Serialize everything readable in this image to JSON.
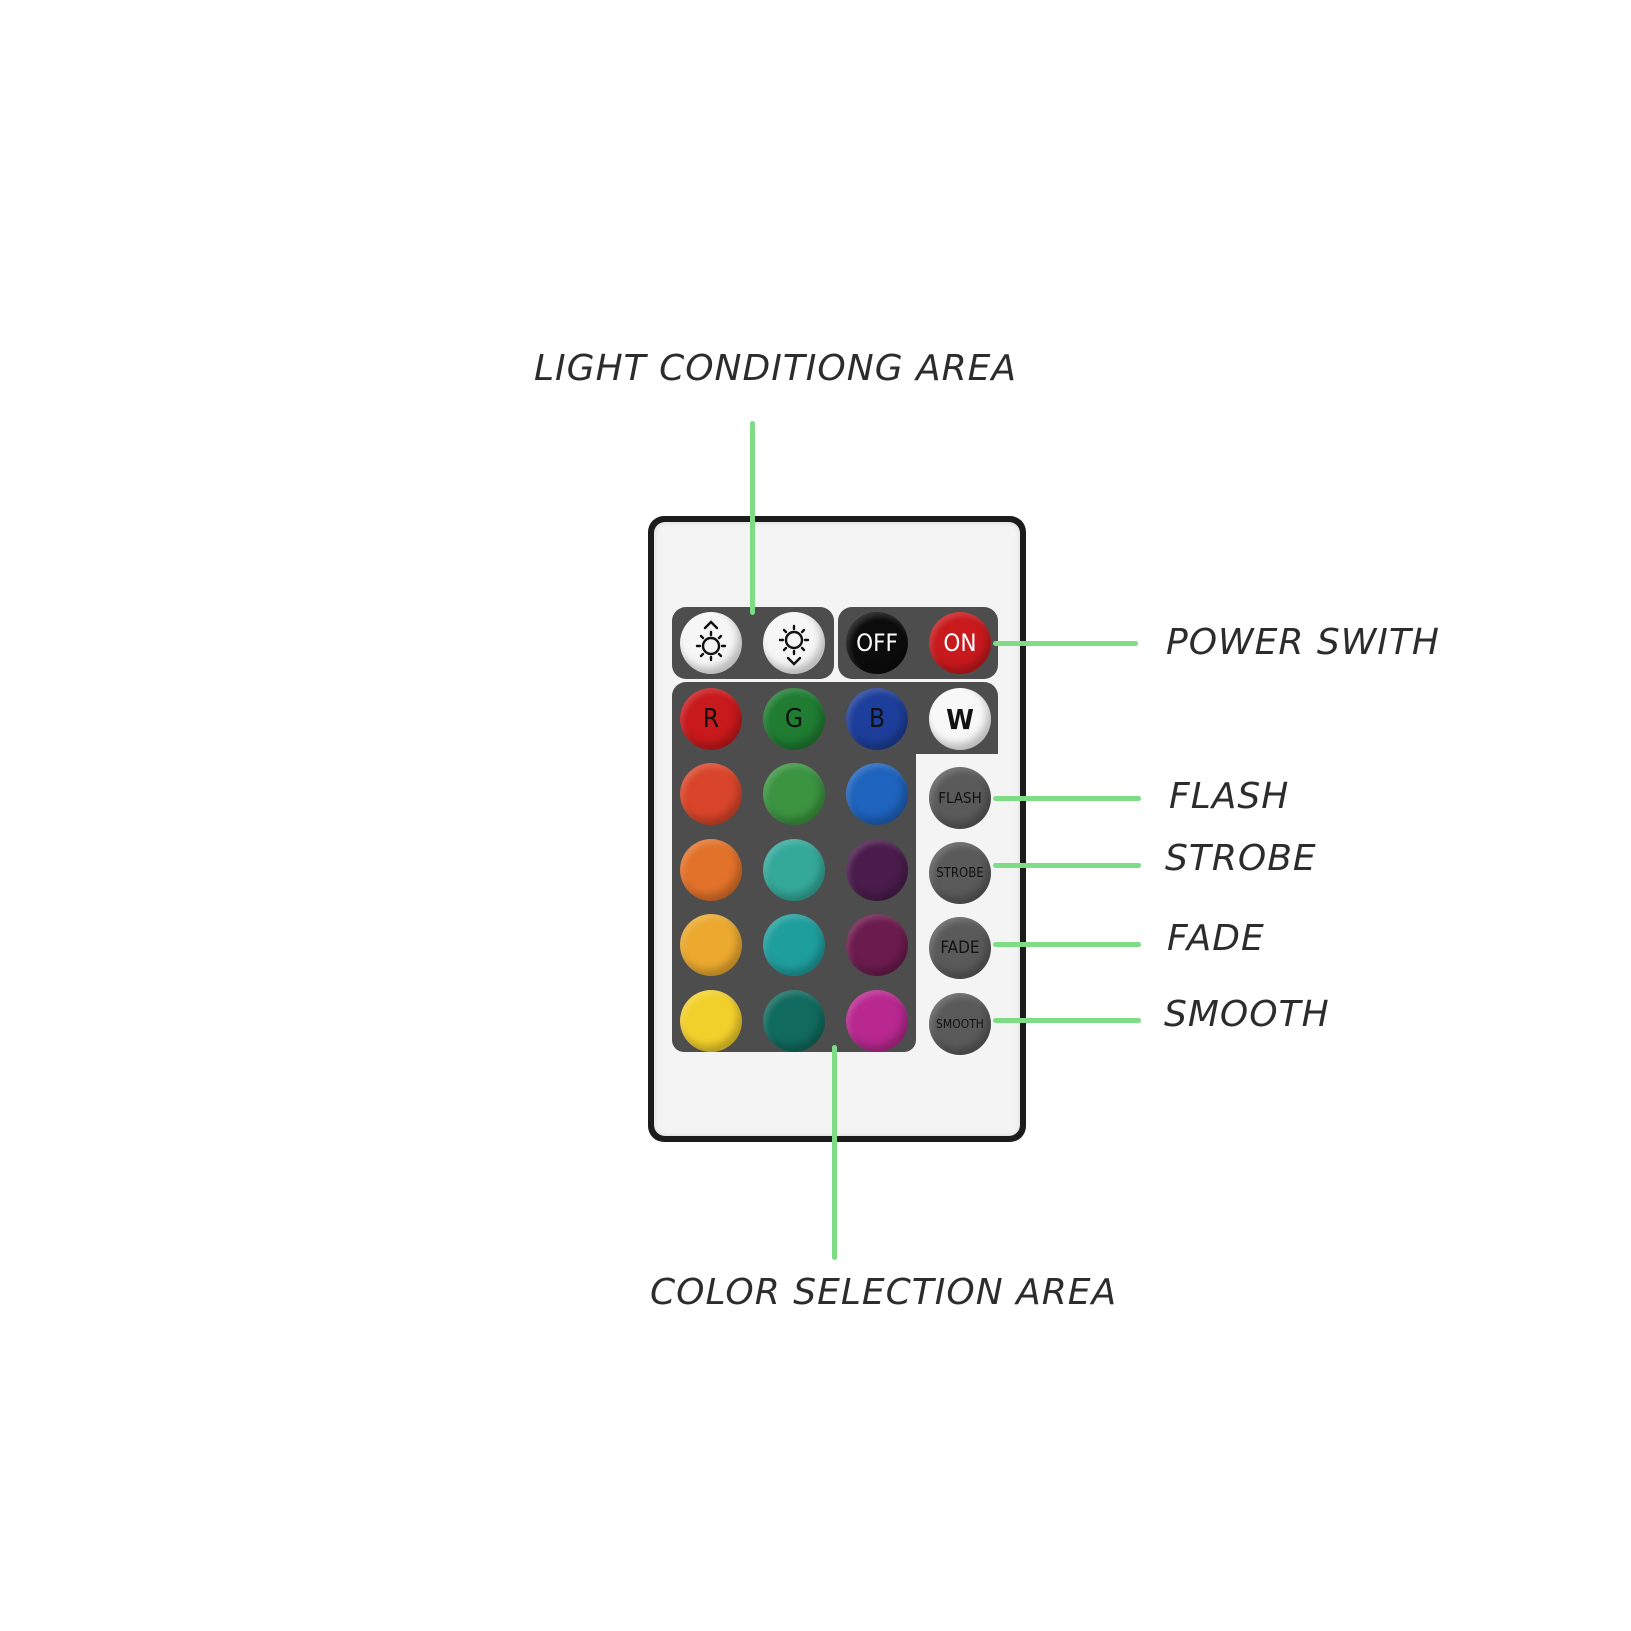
{
  "annotations": {
    "light_conditioning": "LIGHT CONDITIONG AREA",
    "power_switch": "POWER SWITH",
    "flash": "FLASH",
    "strobe": "STROBE",
    "fade": "FADE",
    "smooth": "SMOOTH",
    "color_selection": "COLOR SELECTION AREA"
  },
  "remote": {
    "top_row": [
      {
        "name": "brightness-up-button",
        "icon": "sun-up-icon",
        "color": "#f6f6f6"
      },
      {
        "name": "brightness-down-button",
        "icon": "sun-down-icon",
        "color": "#f6f6f6"
      },
      {
        "name": "off-button",
        "label": "OFF",
        "color": "#0c0c0c",
        "text_color": "#ffffff"
      },
      {
        "name": "on-button",
        "label": "ON",
        "color": "#c8191c",
        "text_color": "#ffffff"
      }
    ],
    "rgbw_row": [
      {
        "name": "red-button",
        "label": "R",
        "color": "#c8191c"
      },
      {
        "name": "green-button",
        "label": "G",
        "color": "#1f7c31"
      },
      {
        "name": "blue-button",
        "label": "B",
        "color": "#1d3e9a"
      },
      {
        "name": "white-button",
        "label": "W",
        "color": "#f8f8f8"
      }
    ],
    "color_grid": [
      [
        "#d9452a",
        "#3b9440",
        "#1e63bd"
      ],
      [
        "#e2722a",
        "#34a99a",
        "#4a1c4c"
      ],
      [
        "#eba92f",
        "#1f9e9e",
        "#6c1b4e"
      ],
      [
        "#f2d02c",
        "#116a5e",
        "#b8288f"
      ]
    ],
    "mode_buttons": [
      {
        "name": "flash-button",
        "label": "FLASH"
      },
      {
        "name": "strobe-button",
        "label": "STROBE"
      },
      {
        "name": "fade-button",
        "label": "FADE"
      },
      {
        "name": "smooth-button",
        "label": "SMOOTH"
      }
    ],
    "mode_button_color": "#5a5a5a"
  },
  "colors": {
    "leader_line": "#7ddc85",
    "panel": "#4d4d4d",
    "remote_frame": "#1c1c1c",
    "remote_face": "#f4f4f4"
  }
}
